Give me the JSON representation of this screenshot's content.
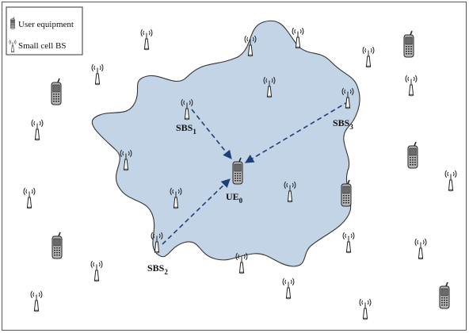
{
  "legend": {
    "items": [
      {
        "label": "User equipment",
        "icon": "phone-icon"
      },
      {
        "label": "Small cell BS",
        "icon": "antenna-icon"
      }
    ]
  },
  "labels": {
    "sbs1": {
      "main": "SBS",
      "sub": "1"
    },
    "sbs2": {
      "main": "SBS",
      "sub": "2"
    },
    "sbs3": {
      "main": "SBS",
      "sub": "3"
    },
    "ue0": {
      "main": "UE",
      "sub": "0"
    }
  },
  "colors": {
    "region_fill": "#c3d4e6",
    "region_stroke": "#333333",
    "arrow": "#1f3f78"
  }
}
